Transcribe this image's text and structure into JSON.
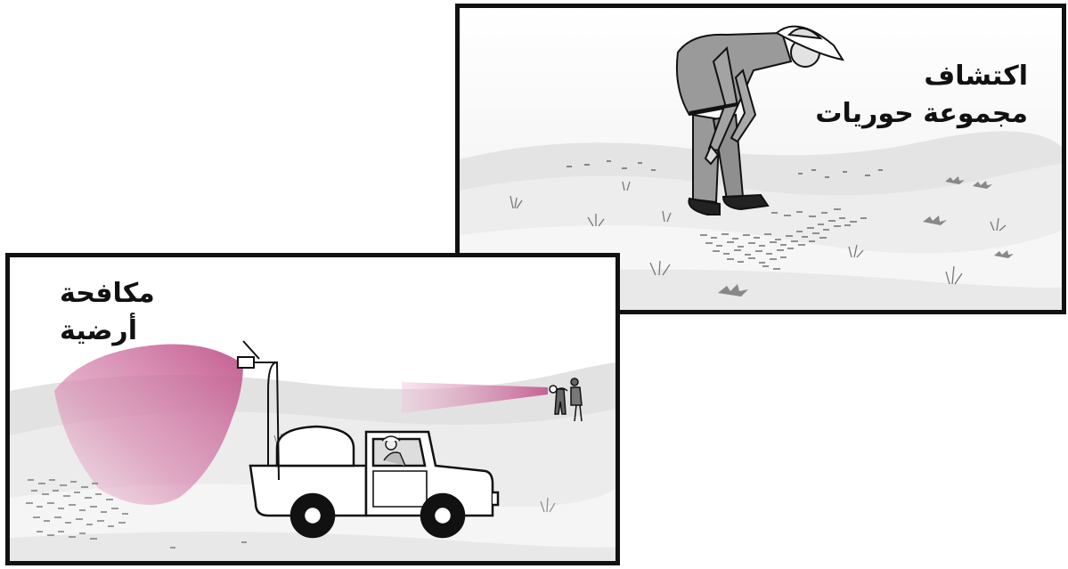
{
  "panels": {
    "detect": {
      "caption_line1": "اكتشاف",
      "caption_line2": "مجموعة حوريات"
    },
    "control": {
      "caption_line1": "مكافحة",
      "caption_line2": "أرضية"
    }
  },
  "colors": {
    "frame": "#111111",
    "ground": "#e8e8e8",
    "spray": "#c0548a",
    "hoppers": "#666666"
  }
}
